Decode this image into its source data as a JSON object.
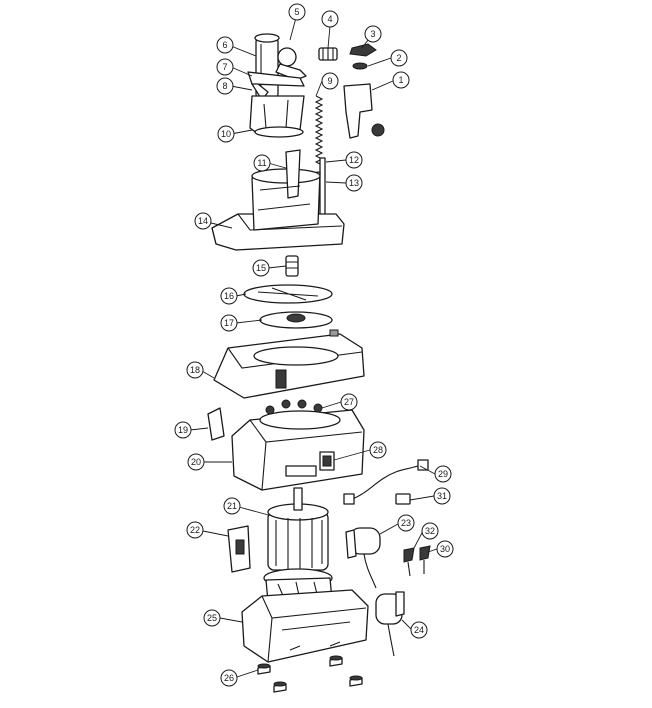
{
  "callouts": [
    "1",
    "2",
    "3",
    "4",
    "5",
    "6",
    "7",
    "8",
    "9",
    "10",
    "11",
    "12",
    "13",
    "14",
    "15",
    "16",
    "17",
    "18",
    "19",
    "20",
    "21",
    "22",
    "23",
    "24",
    "25",
    "26",
    "27",
    "28",
    "29",
    "30",
    "31",
    "32"
  ],
  "colors": {
    "ink": "#1a1a1a",
    "fill": "#ffffff",
    "dark": "#3a3a3a"
  }
}
